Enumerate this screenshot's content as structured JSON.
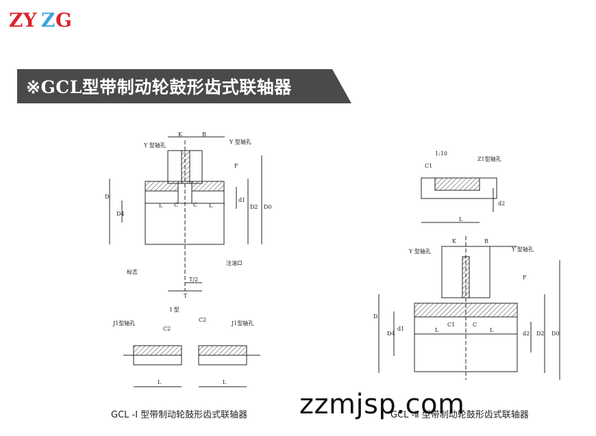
{
  "logo": {
    "letters": [
      "Z",
      "Y",
      "Z",
      "G"
    ],
    "colors": [
      "#d9252a",
      "#d9252a",
      "#3ba4dc",
      "#d9252a"
    ]
  },
  "title": "※GCL型带制动轮鼓形齿式联轴器",
  "left_drawing": {
    "labels": {
      "y_hole_left": "Y 型轴孔",
      "y_hole_right": "Y 型轴孔",
      "k": "K",
      "b": "B",
      "f": "F",
      "d": "D",
      "d4": "D4",
      "l_left": "L",
      "c_left": "C",
      "c_right": "C",
      "l_right": "L",
      "d1": "d1",
      "d2": "D2",
      "d0": "D0",
      "marker": "标志",
      "oil": "注油口",
      "t_half": "T/2",
      "t": "T",
      "type_label": "I 型",
      "j1_left": "J1型轴孔",
      "j1_right": "J1型轴孔",
      "c2_left": "C2",
      "c2_right": "C2",
      "l_bottom_left": "L",
      "l_bottom_right": "L"
    },
    "caption": "GCL -Ⅰ 型带制动轮鼓形齿式联轴器"
  },
  "right_drawing": {
    "labels": {
      "taper": "1:10",
      "z1_hole": "Z1型轴孔",
      "c1": "C1",
      "l_top": "L",
      "d2_top": "d2",
      "k": "K",
      "b": "B",
      "y_hole_left": "Y 型轴孔",
      "y_hole_right": "Y 型轴孔",
      "f": "F",
      "d": "D",
      "d4": "D4",
      "d1": "d1",
      "l": "L",
      "c1_mid": "C1",
      "c": "C",
      "l_right": "L",
      "d2": "d2",
      "d2b": "D2",
      "d0": "D0"
    },
    "caption": "GCL -Ⅱ 型带制动轮鼓形齿式联轴器"
  },
  "watermark": "zzmjsp.com",
  "colors": {
    "banner": "#4a4a4a",
    "line": "#222222",
    "hatch": "#555555"
  }
}
